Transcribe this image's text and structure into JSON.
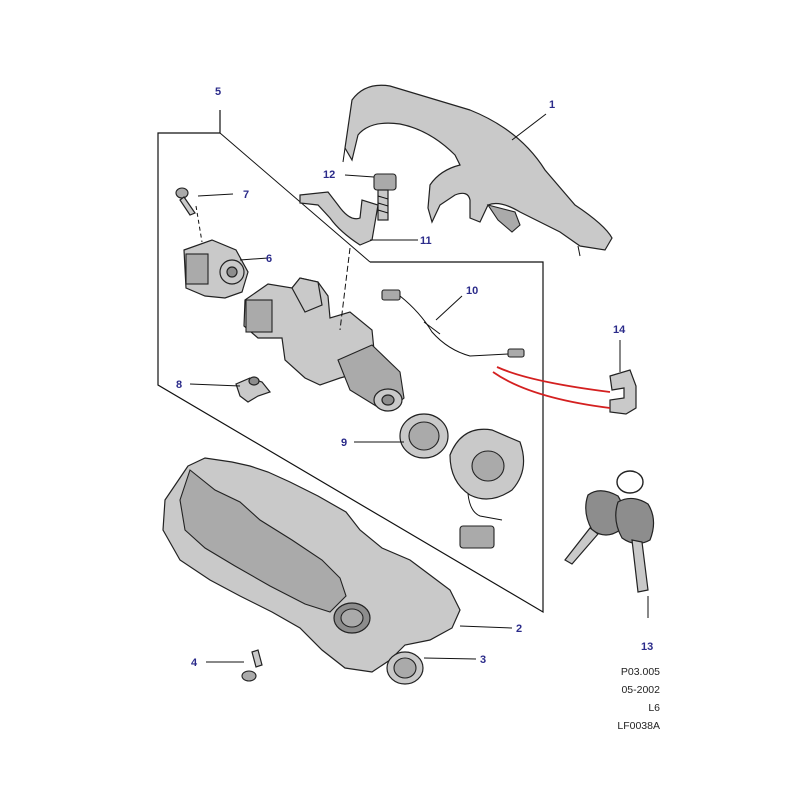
{
  "callouts": [
    "1",
    "2",
    "3",
    "4",
    "5",
    "6",
    "7",
    "8",
    "9",
    "10",
    "11",
    "12",
    "13",
    "14"
  ],
  "references": {
    "line1": "P03.005",
    "line2": "05-2002",
    "line3": "L6",
    "line4": "LF0038A"
  },
  "colors": {
    "callout_text": "#2b2b8a",
    "highlight_line": "#d42020",
    "part_fill": "#c9c9c9",
    "outline": "#222222"
  }
}
